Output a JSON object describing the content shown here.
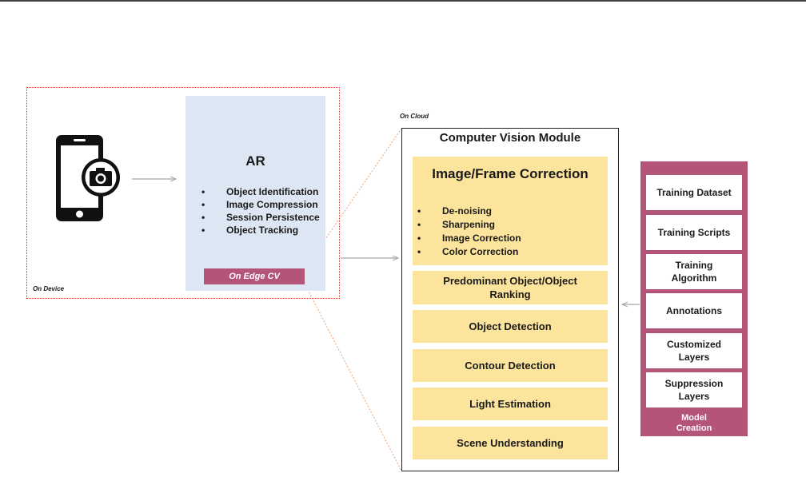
{
  "device": {
    "label": "On Device",
    "icon": "smartphone-camera-icon",
    "ar_title": "AR",
    "ar_features": [
      "Object Identification",
      "Image Compression",
      "Session Persistence",
      "Object Tracking"
    ],
    "edge_label": "On Edge CV"
  },
  "cloud": {
    "label": "On Cloud",
    "module_title": "Computer Vision Module",
    "image_correction": {
      "title": "Image/Frame Correction",
      "items": [
        "De-noising",
        "Sharpening",
        "Image Correction",
        "Color Correction"
      ]
    },
    "steps": [
      "Predominant Object/Object Ranking",
      "Object Detection",
      "Contour Detection",
      "Light Estimation",
      "Scene Understanding"
    ]
  },
  "model": {
    "label_line1": "Model",
    "label_line2": "Creation",
    "items": [
      "Training Dataset",
      "Training Scripts",
      "Training Algorithm",
      "Annotations",
      "Customized Layers",
      "Suppression Layers"
    ]
  },
  "colors": {
    "accent_pink": "#b35478",
    "ar_panel": "#dde7f3",
    "cv_box_yellow": "#fde49c",
    "device_border": "#e0443a",
    "connector_orange": "#f0a070",
    "arrow_gray": "#a6a6a6"
  }
}
